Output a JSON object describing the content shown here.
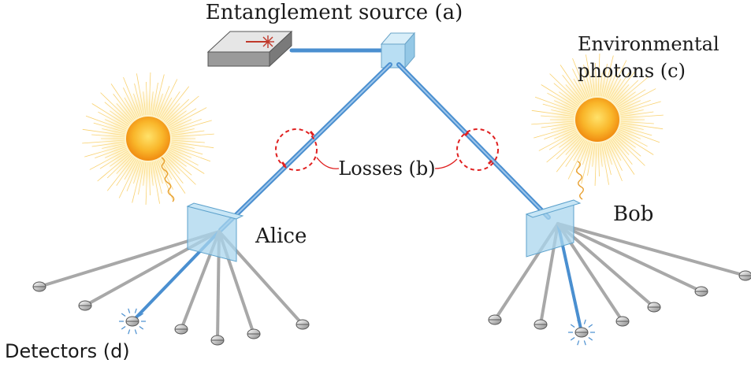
{
  "labels": {
    "source": "Entanglement source (a)",
    "environmental_line1": "Environmental",
    "environmental_line2": "photons (c)",
    "losses": "Losses (b)",
    "alice": "Alice",
    "bob": "Bob",
    "detectors": "Detectors (d)"
  },
  "colors": {
    "beam": "#4a8fd0",
    "beam_light": "#9fc6ea",
    "loss_circle": "#e02020",
    "sun_core": "#f7b51c",
    "sun_glow": "#fbe08a",
    "wavy_line": "#e8a030",
    "detector_arm": "#a8a8a8",
    "beamsplitter": "#a9d6ee"
  },
  "icons": {
    "sun_left": "sun-icon",
    "sun_right": "sun-icon",
    "laser": "laser-box-icon",
    "cube": "beam-splitter-cube-icon",
    "detector": "detector-bulb-icon"
  }
}
